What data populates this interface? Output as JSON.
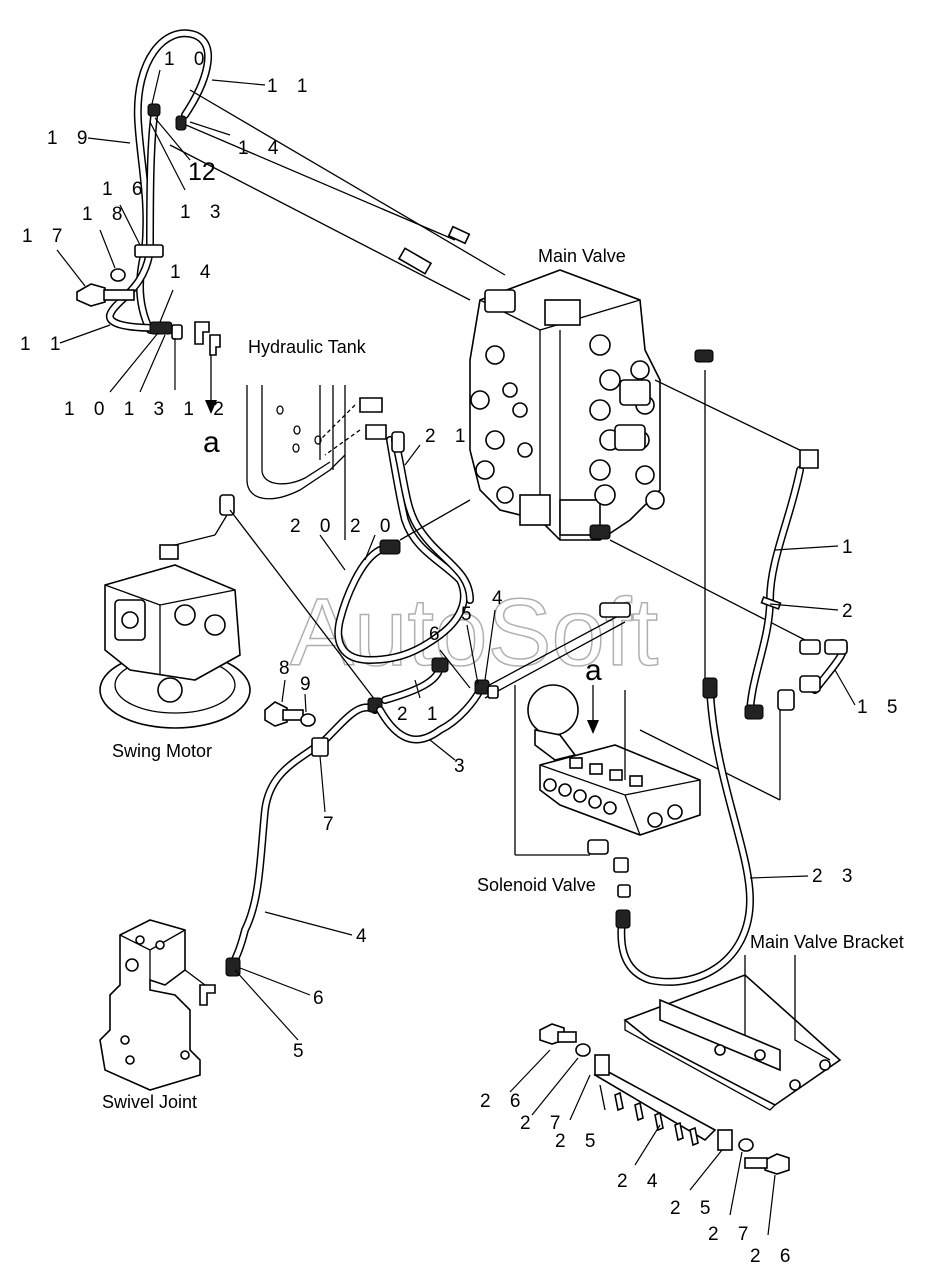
{
  "components": {
    "main_valve": "Main Valve",
    "hydraulic_tank": "Hydraulic Tank",
    "swing_motor": "Swing Motor",
    "solenoid_valve": "Solenoid Valve",
    "main_valve_bracket": "Main Valve Bracket",
    "swivel_joint": "Swivel Joint"
  },
  "callouts": {
    "n10_top": "1 0",
    "n11_top": "1 1",
    "n19": "1 9",
    "n14_top": "1 4",
    "n12_big": "12",
    "n13_top": "1 3",
    "n16": "1 6",
    "n18": "1 8",
    "n17": "1 7",
    "n14_mid": "1 4",
    "n11_mid": "1 1",
    "n10_13_12": "1 0  1 3  1 2",
    "arrow_a_left": "a",
    "n21_top": "2 1",
    "n20_left": "2 0",
    "n20_right": "2 0",
    "n1": "1",
    "n2": "2",
    "n4_mid": "4",
    "n5_mid": "5",
    "n6_mid": "6",
    "arrow_a_right": "a",
    "n15": "1 5",
    "n8": "8",
    "n9": "9",
    "n21_mid": "2 1",
    "n7": "7",
    "n3": "3",
    "n23": "2 3",
    "n4_low": "4",
    "n6_low": "6",
    "n5_low": "5",
    "n26_left": "2 6",
    "n27_left": "2 7",
    "n25_left": "2 5",
    "n24": "2 4",
    "n25_right": "2 5",
    "n27_right": "2 7",
    "n26_right": "2 6"
  },
  "watermark": "AutoSoft"
}
